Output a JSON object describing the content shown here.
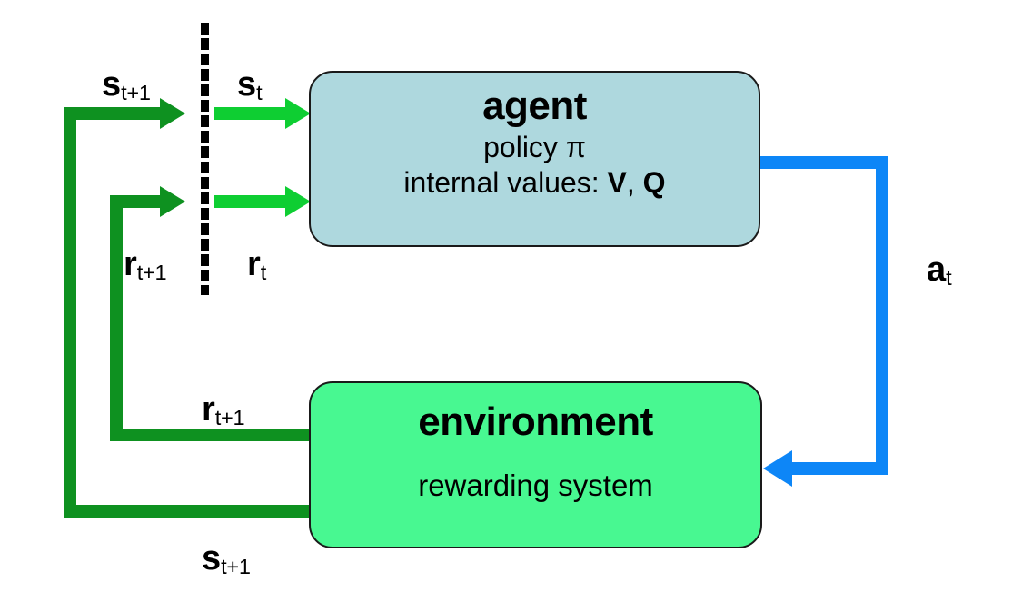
{
  "diagram": {
    "title": "Reinforcement learning agent-environment loop",
    "colors": {
      "agent_fill": "#aed8de",
      "environment_fill": "#48f891",
      "dark_green": "#0e9120",
      "bright_green": "#0ece32",
      "blue": "#0d86f7",
      "stroke": "#1a1a1a",
      "background": "#ffffff"
    }
  },
  "agent": {
    "title": "agent",
    "policy_line": "policy π",
    "values_prefix": "internal values: ",
    "value_v": "V",
    "value_separator": ", ",
    "value_q": "Q"
  },
  "environment": {
    "title": "environment",
    "subtitle": "rewarding system"
  },
  "labels": {
    "state_next_top": {
      "base": "s",
      "sub": "t+1"
    },
    "state_current": {
      "base": "s",
      "sub": "t"
    },
    "reward_next_top": {
      "base": "r",
      "sub": "t+1"
    },
    "reward_current": {
      "base": "r",
      "sub": "t"
    },
    "reward_next_env": {
      "base": "r",
      "sub": "t+1"
    },
    "state_next_env": {
      "base": "s",
      "sub": "t+1"
    },
    "action": {
      "base": "a",
      "sub": "t"
    }
  }
}
